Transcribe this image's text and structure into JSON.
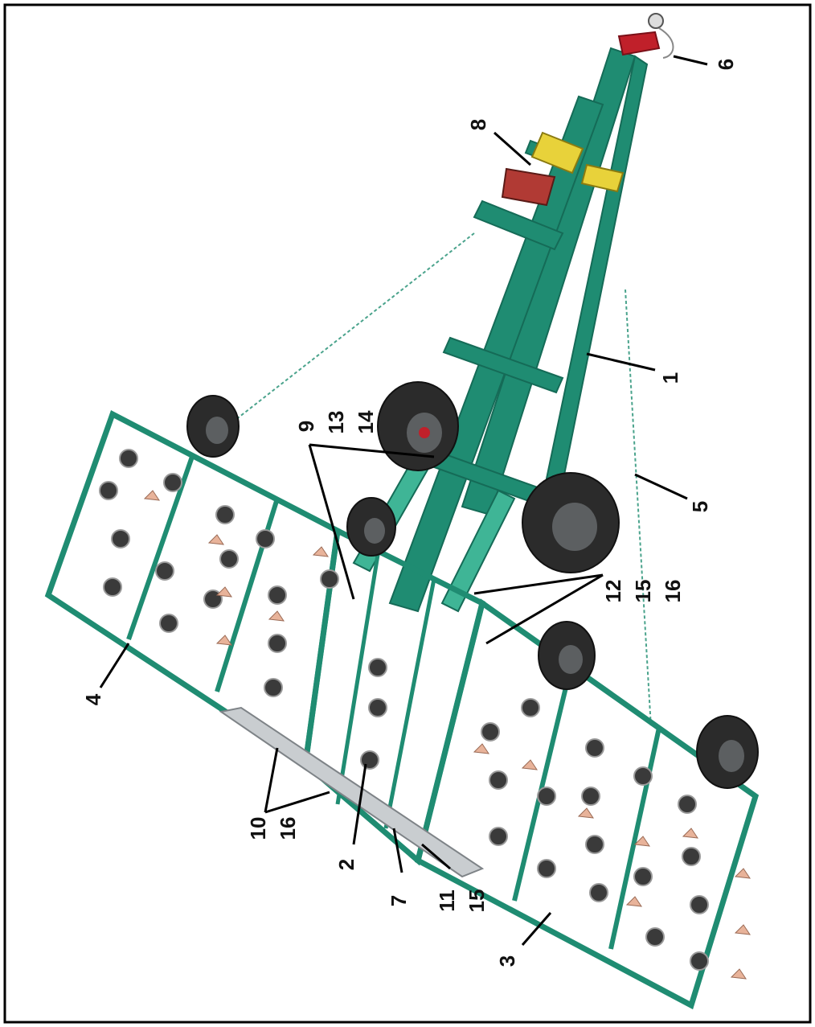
{
  "colors": {
    "frame": "#1f8c72",
    "frame_dark": "#156b57",
    "tire": "#2b2b2b",
    "rim": "#5c5f61",
    "accent_red": "#c0202a",
    "accent_yellow": "#e8d23a",
    "tine": "#e8b39a",
    "roller": "#c9cdd0"
  },
  "callouts": {
    "c1": "1",
    "c2": "2",
    "c3": "3",
    "c4": "4",
    "c5": "5",
    "c6": "6",
    "c7": "7",
    "c8": "8",
    "c9": "9",
    "c10": "10",
    "c11": "11",
    "c12": "12",
    "c13": "13",
    "c14": "14",
    "c15a": "15",
    "c15b": "15",
    "c16a": "16",
    "c16b": "16"
  }
}
